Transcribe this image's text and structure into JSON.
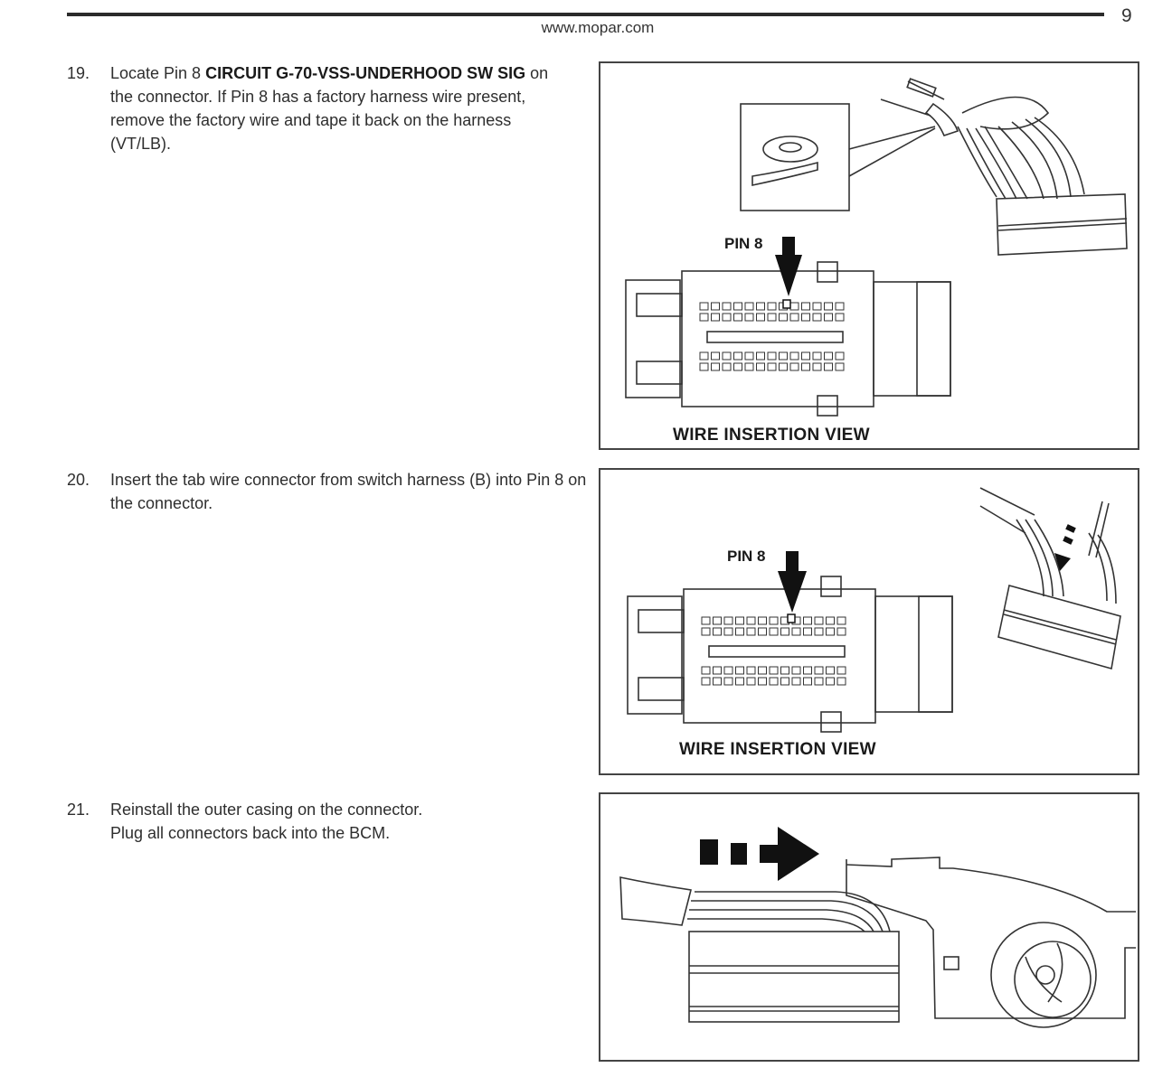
{
  "header": {
    "url": "www.mopar.com",
    "page_number": "9"
  },
  "steps": [
    {
      "number": "19.",
      "text_before": "Locate Pin 8 ",
      "bold": "CIRCUIT G-70-VSS-UNDERHOOD SW SIG",
      "text_after": " on the connector. If Pin 8 has a factory harness wire present, remove the factory wire and tape it back on the harness (VT/LB)."
    },
    {
      "number": "20.",
      "text": "Insert the tab wire connector from switch harness (B) into Pin 8 on the connector."
    },
    {
      "number": "21.",
      "line1": "Reinstall the outer casing on the connector.",
      "line2": "Plug all connectors back into the BCM."
    }
  ],
  "figures": [
    {
      "pin_label": "PIN 8",
      "caption": "WIRE INSERTION VIEW"
    },
    {
      "pin_label": "PIN 8",
      "caption": "WIRE INSERTION VIEW"
    },
    {
      "description": "connector-reinstall-arrow"
    }
  ],
  "colors": {
    "ink": "#1a1a1a",
    "rule": "#2b2b2b"
  }
}
